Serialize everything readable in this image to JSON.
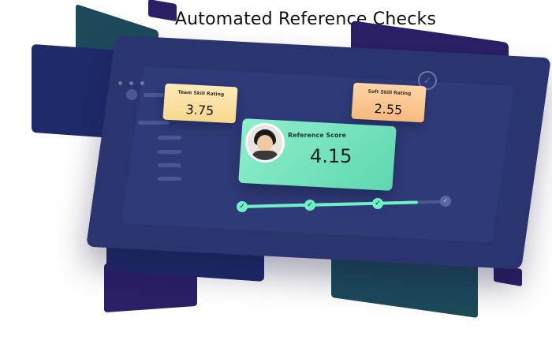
{
  "title": "Automated Reference Checks",
  "cards": {
    "team_skill": {
      "label": "Team Skill Rating",
      "value": "3.75"
    },
    "soft_skill": {
      "label": "Soft Skill Rating",
      "value": "2.55"
    },
    "reference": {
      "label": "Reference Score",
      "value": "4.15"
    }
  },
  "progress": {
    "steps": [
      {
        "status": "complete",
        "icon": "check-icon"
      },
      {
        "status": "complete",
        "icon": "check-icon"
      },
      {
        "status": "complete",
        "icon": "check-icon"
      },
      {
        "status": "pending",
        "icon": "check-icon"
      }
    ],
    "filled_fraction": 0.85
  },
  "colors": {
    "dashboard": "#2a3570",
    "accent": "#6ff0c5",
    "team_card": "#f7d98f",
    "soft_card": "#f7b97f"
  }
}
